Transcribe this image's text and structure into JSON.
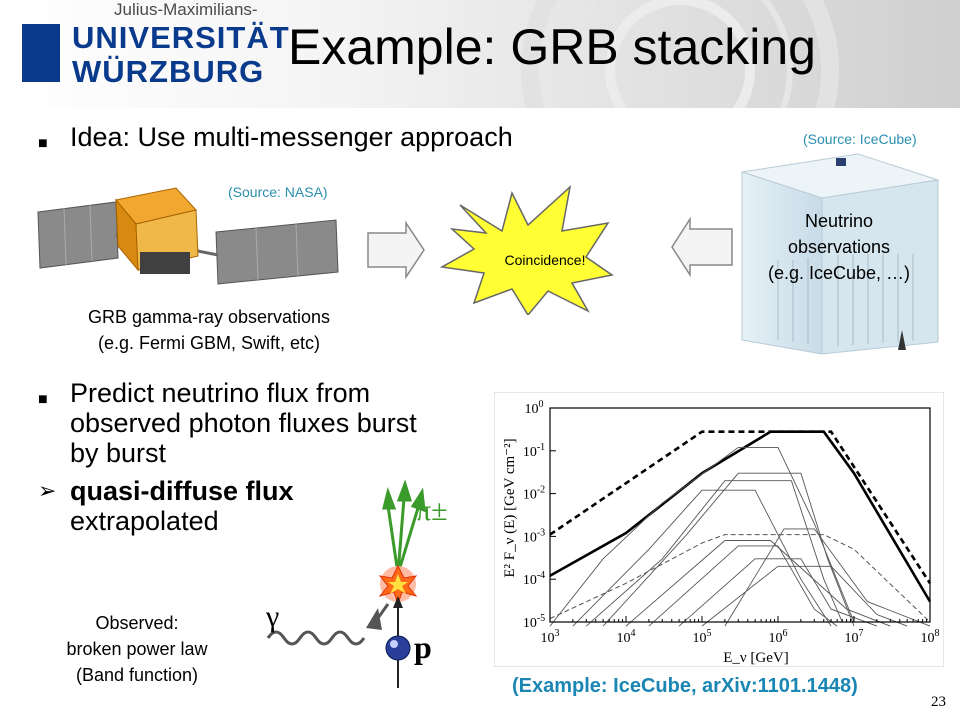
{
  "header": {
    "university_line1": "Julius-Maximilians-",
    "university_line2": "UNIVERSITÄT",
    "university_line3": "WÜRZBURG"
  },
  "title": "Example: GRB stacking",
  "bullets": {
    "idea": "Idea: Use multi-messenger approach",
    "predict": "Predict neutrino flux from observed photon fluxes burst by burst",
    "quasi_bold": "quasi-diffuse flux",
    "quasi_rest": "extrapolated"
  },
  "sources": {
    "nasa": "(Source: NASA)",
    "icecube": "(Source: IceCube)"
  },
  "captions": {
    "grb_line1": "GRB gamma-ray observations",
    "grb_line2": "(e.g. Fermi GBM, Swift, etc)",
    "coincidence": "Coincidence!",
    "neutrino_line1": "Neutrino",
    "neutrino_line2": "observations",
    "neutrino_line3": "(e.g. IceCube, …)",
    "observed_line1": "Observed:",
    "observed_line2": "broken power law",
    "observed_line3": "(Band function)"
  },
  "process_labels": {
    "pion": "π±",
    "gamma": "γ",
    "proton": "p"
  },
  "footer": {
    "reference": "(Example: IceCube, arXiv:1101.1448)",
    "page": "23"
  },
  "colors": {
    "brand_blue": "#0a3a8c",
    "source_cyan": "#2a8fb0",
    "footer_blue": "#1a86b4",
    "star_fill": "#ffff33",
    "arrow_green": "#3a9a2a"
  },
  "chart_data": {
    "type": "line",
    "xscale": "log",
    "yscale": "log",
    "xlim": [
      1000,
      100000000
    ],
    "ylim": [
      1e-05,
      1
    ],
    "xlabel": "E_ν [GeV]",
    "ylabel": "E² F_ν (E) [GeV cm⁻²]",
    "x_ticks": [
      "10^3",
      "10^4",
      "10^5",
      "10^6",
      "10^7",
      "10^8"
    ],
    "y_ticks": [
      "10^-5",
      "10^-4",
      "10^-3",
      "10^-2",
      "10^-1",
      "10^0"
    ],
    "series": [
      {
        "style": "thick-dashed",
        "points": [
          [
            1000,
            0.0011
          ],
          [
            100000,
            0.28
          ],
          [
            5000000,
            0.28
          ],
          [
            100000000,
            8e-05
          ]
        ]
      },
      {
        "style": "thick-solid",
        "points": [
          [
            1000,
            0.00012
          ],
          [
            10000,
            0.0012
          ],
          [
            100000,
            0.03
          ],
          [
            800000,
            0.28
          ],
          [
            2000000,
            0.28
          ],
          [
            4000000,
            0.28
          ],
          [
            10000000,
            0.03
          ],
          [
            100000000,
            3e-05
          ]
        ]
      },
      {
        "style": "thin-dashed",
        "points": [
          [
            1000,
            1.2e-05
          ],
          [
            10000,
            8e-05
          ],
          [
            100000,
            0.0007
          ],
          [
            200000,
            0.0011
          ],
          [
            4000000,
            0.0011
          ],
          [
            10000000,
            0.0005
          ],
          [
            100000000,
            1e-05
          ]
        ]
      },
      {
        "style": "thin",
        "points": [
          [
            1000,
            8e-06
          ],
          [
            5000,
            0.0003
          ],
          [
            30000,
            0.006
          ],
          [
            300000,
            0.12
          ],
          [
            1000000,
            0.12
          ],
          [
            3000000,
            0.002
          ],
          [
            10000000,
            1e-05
          ]
        ]
      },
      {
        "style": "thin",
        "points": [
          [
            2000,
            8e-06
          ],
          [
            20000,
            0.0005
          ],
          [
            100000,
            0.012
          ],
          [
            500000,
            0.012
          ],
          [
            2000000,
            0.0001
          ],
          [
            5000000,
            8e-06
          ]
        ]
      },
      {
        "style": "thin",
        "points": [
          [
            3000,
            8e-06
          ],
          [
            30000,
            0.0003
          ],
          [
            200000,
            0.02
          ],
          [
            1500000,
            0.02
          ],
          [
            4000000,
            0.0001
          ],
          [
            7000000,
            1e-05
          ]
        ]
      },
      {
        "style": "thin",
        "points": [
          [
            5000,
            8e-06
          ],
          [
            60000,
            0.001
          ],
          [
            300000,
            0.03
          ],
          [
            2000000,
            0.03
          ],
          [
            4500000,
            0.0003
          ],
          [
            10000000,
            8e-06
          ]
        ]
      },
      {
        "style": "thin",
        "points": [
          [
            20000,
            8e-06
          ],
          [
            300000,
            0.0006
          ],
          [
            1000000,
            0.0006
          ],
          [
            3000000,
            2e-05
          ],
          [
            6000000,
            8e-06
          ]
        ]
      },
      {
        "style": "thin",
        "points": [
          [
            50000,
            8e-06
          ],
          [
            500000,
            0.0003
          ],
          [
            2000000,
            0.0003
          ],
          [
            5000000,
            2e-05
          ],
          [
            20000000,
            8e-06
          ]
        ]
      },
      {
        "style": "thin",
        "points": [
          [
            100000,
            8e-06
          ],
          [
            1000000,
            0.0002
          ],
          [
            5000000,
            0.0002
          ],
          [
            20000000,
            1.5e-05
          ],
          [
            50000000,
            8e-06
          ]
        ]
      },
      {
        "style": "thin",
        "points": [
          [
            10000,
            8e-06
          ],
          [
            200000,
            0.0008
          ],
          [
            800000,
            0.0008
          ],
          [
            8000000,
            2e-05
          ],
          [
            30000000,
            8e-06
          ]
        ]
      },
      {
        "style": "thin",
        "points": [
          [
            200000,
            8e-06
          ],
          [
            1200000,
            0.0015
          ],
          [
            3000000,
            0.0015
          ],
          [
            15000000,
            3e-05
          ],
          [
            100000000,
            8e-06
          ]
        ]
      }
    ]
  }
}
